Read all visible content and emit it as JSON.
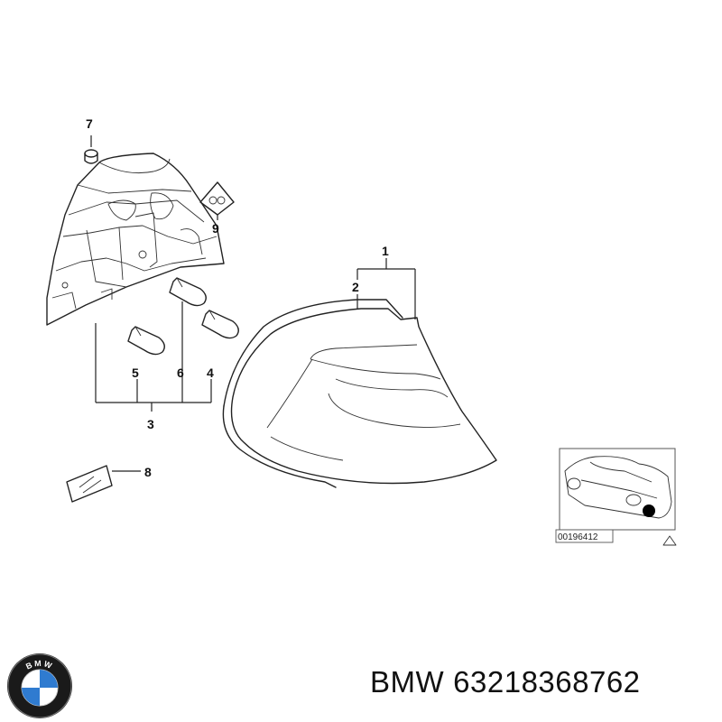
{
  "diagram": {
    "callouts": {
      "p1": "1",
      "p2": "2",
      "p3": "3",
      "p4": "4",
      "p5": "5",
      "p6": "6",
      "p7": "7",
      "p8": "8",
      "p9": "9"
    },
    "reference_code": "00196412"
  },
  "branding": {
    "logo_text": "BMW",
    "make": "BMW",
    "part_number": "63218368762",
    "logo_blue": "#2f7bd0",
    "logo_ring": "#1a1a1a"
  }
}
